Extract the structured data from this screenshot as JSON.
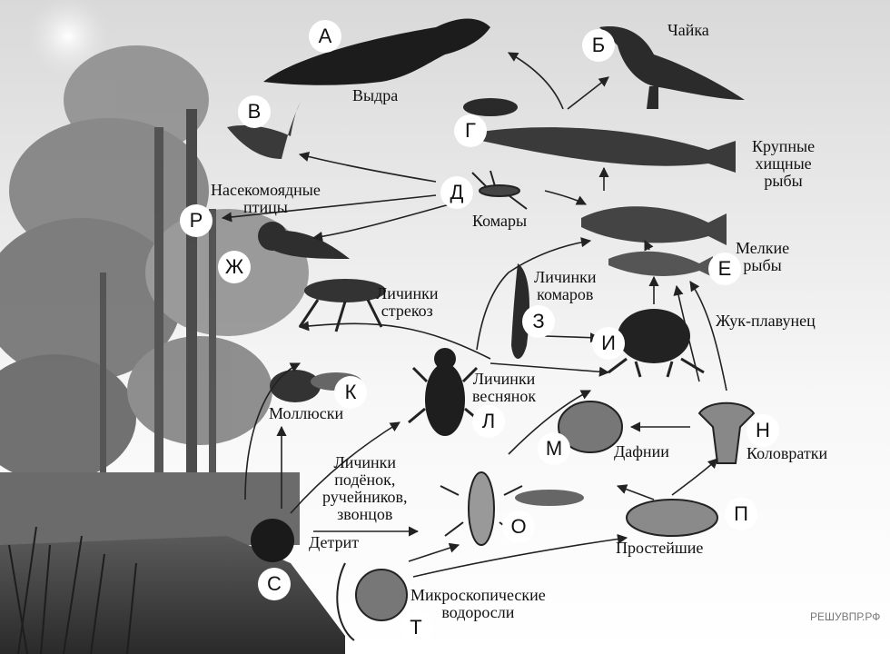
{
  "letters": {
    "a": "А",
    "b": "Б",
    "v": "В",
    "g": "Г",
    "d": "Д",
    "r": "Р",
    "zh": "Ж",
    "k": "К",
    "l": "Л",
    "z": "З",
    "i": "И",
    "m": "М",
    "n": "Н",
    "e": "Е",
    "p": "П",
    "s": "С",
    "t": "Т",
    "o": "О"
  },
  "labels": {
    "otter": "Выдра",
    "gull": "Чайка",
    "big_fish": "Крупные\nхищные\nрыбы",
    "insectivorous_birds": "Насекомоядные\nптицы",
    "mosquitoes": "Комары",
    "small_fish": "Мелкие\nрыбы",
    "mosquito_larvae": "Личинки\nкомаров",
    "diving_beetle": "Жук-плавунец",
    "dragonfly_larvae": "Личинки\nстрекоз",
    "stonefly_larvae": "Личинки\nвеснянок",
    "molluscs": "Моллюски",
    "daphnia": "Дафнии",
    "rotifers": "Коловратки",
    "mayfly_larvae": "Личинки\nподёнок,\nручейников,\nзвонцов",
    "detritus": "Детрит",
    "protozoa": "Простейшие",
    "algae": "Микроскопические\nводоросли"
  },
  "watermark": "РЕШУВПР.РФ"
}
